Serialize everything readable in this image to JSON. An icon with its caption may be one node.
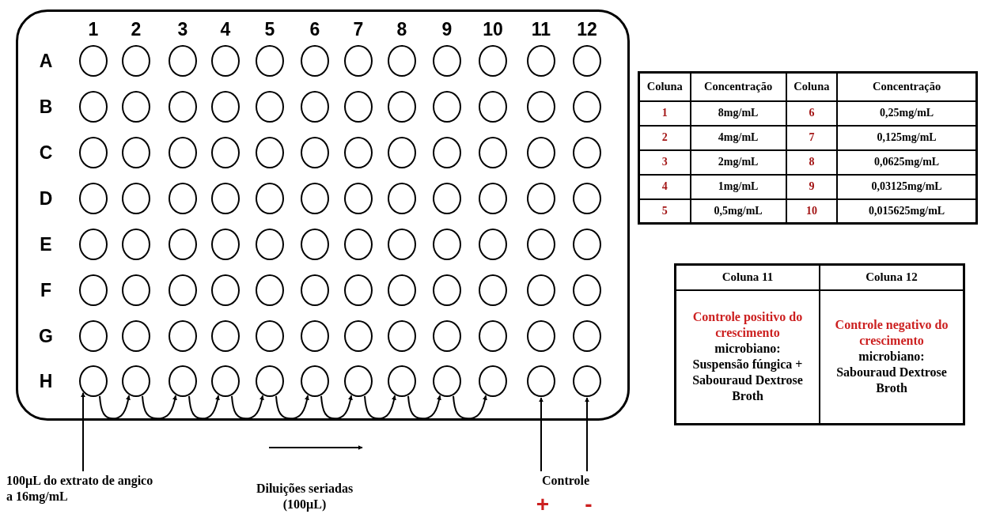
{
  "diagram": {
    "nodes": [
      {
        "text": [],
        "shape": "box"
      },
      {
        "text": [],
        "shape": "circle",
        "in": 0
      },
      {
        "text": [],
        "shape": "circle",
        "in": 0
      },
      {
        "text": [],
        "shape": "circle",
        "in": 0
      },
      {
        "text": [],
        "shape": "circle",
        "in": 0
      },
      {
        "text": [],
        "shape": "circle",
        "in": 0
      },
      {
        "text": [],
        "shape": "circle",
        "in": 0
      },
      {
        "text": [],
        "shape": "circle",
        "in": 0
      },
      {
        "text": [],
        "shape": "circle",
        "in": 0
      },
      {
        "text": [],
        "shape": "circle",
        "in": 0
      },
      {
        "text": [],
        "shape": "circle",
        "in": 0
      },
      {
        "text": [],
        "shape": "circle",
        "in": 0
      },
      {
        "text": [],
        "shape": "circle",
        "in": 0
      },
      {
        "text": [],
        "shape": "circle",
        "in": 0
      },
      {
        "text": [],
        "shape": "circle",
        "in": 0
      },
      {
        "text": [],
        "shape": "circle",
        "in": 0
      },
      {
        "text": [],
        "shape": "circle",
        "in": 0
      },
      {
        "text": [],
        "shape": "circle",
        "in": 0
      },
      {
        "text": [],
        "shape": "circle",
        "in": 0
      },
      {
        "text": [],
        "shape": "circle",
        "in": 0
      },
      {
        "text": [],
        "shape": "circle",
        "in": 0
      },
      {
        "text": [],
        "shape": "circle",
        "in": 0
      },
      {
        "text": [],
        "shape": "circle",
        "in": 0
      },
      {
        "text": [],
        "shape": "circle",
        "in": 0
      },
      {
        "text": [],
        "shape": "circle",
        "in": 0
      },
      {
        "text": [],
        "shape": "circle",
        "in": 0
      },
      {
        "text": [],
        "shape": "circle",
        "in": 0
      },
      {
        "text": [],
        "shape": "circle",
        "in": 0
      },
      {
        "text": [],
        "shape": "circle",
        "in": 0
      },
      {
        "text": [],
        "shape": "circle",
        "in": 0
      },
      {
        "text": [],
        "shape": "circle",
        "in": 0
      },
      {
        "text": [],
        "shape": "circle",
        "in": 0
      },
      {
        "text": [],
        "shape": "circle",
        "in": 0
      },
      {
        "text": [],
        "shape": "circle",
        "in": 0
      },
      {
        "text": [],
        "shape": "circle",
        "in": 0
      },
      {
        "text": [],
        "shape": "circle",
        "in": 0
      },
      {
        "text": [],
        "shape": "circle",
        "in": 0
      },
      {
        "text": [],
        "shape": "circle",
        "in": 0
      },
      {
        "text": [],
        "shape": "circle",
        "in": 0
      },
      {
        "text": [],
        "shape": "circle",
        "in": 0
      },
      {
        "text": [],
        "shape": "circle",
        "in": 0
      },
      {
        "text": [],
        "shape": "circle",
        "in": 0
      },
      {
        "text": [],
        "shape": "circle",
        "in": 0
      },
      {
        "text": [],
        "shape": "circle",
        "in": 0
      },
      {
        "text": [],
        "shape": "circle",
        "in": 0
      },
      {
        "text": [],
        "shape": "circle",
        "in": 0
      },
      {
        "text": [],
        "shape": "circle",
        "in": 0
      },
      {
        "text": [],
        "shape": "circle",
        "in": 0
      },
      {
        "text": [],
        "shape": "circle",
        "in": 0
      },
      {
        "text": [],
        "shape": "circle",
        "in": 0
      },
      {
        "text": [],
        "shape": "circle",
        "in": 0
      },
      {
        "text": [],
        "shape": "circle",
        "in": 0
      },
      {
        "text": [],
        "shape": "circle",
        "in": 0
      },
      {
        "text": [],
        "shape": "circle",
        "in": 0
      },
      {
        "text": [],
        "shape": "circle",
        "in": 0
      },
      {
        "text": [],
        "shape": "circle",
        "in": 0
      },
      {
        "text": [],
        "shape": "circle",
        "in": 0
      },
      {
        "text": [],
        "shape": "circle",
        "in": 0
      },
      {
        "text": [],
        "shape": "circle",
        "in": 0
      },
      {
        "text": [],
        "shape": "circle",
        "in": 0
      },
      {
        "text": [],
        "shape": "circle",
        "in": 0
      },
      {
        "text": [],
        "shape": "circle",
        "in": 0
      },
      {
        "text": [],
        "shape": "circle",
        "in": 0
      },
      {
        "text": [],
        "shape": "circle",
        "in": 0
      },
      {
        "text": [],
        "shape": "circle",
        "in": 0
      },
      {
        "text": [],
        "shape": "circle",
        "in": 0
      },
      {
        "text": [],
        "shape": "circle",
        "in": 0
      },
      {
        "text": [],
        "shape": "circle",
        "in": 0
      },
      {
        "text": [],
        "shape": "circle",
        "in": 0
      },
      {
        "text": [],
        "shape": "circle",
        "in": 0
      },
      {
        "text": [],
        "shape": "circle",
        "in": 0
      },
      {
        "text": [],
        "shape": "circle",
        "in": 0
      },
      {
        "text": [],
        "shape": "circle",
        "in": 0
      },
      {
        "text": [],
        "shape": "circle",
        "in": 0
      },
      {
        "text": [],
        "shape": "circle",
        "in": 0
      },
      {
        "text": [],
        "shape": "circle",
        "in": 0
      },
      {
        "text": [],
        "shape": "circle",
        "in": 0
      },
      {
        "text": [],
        "shape": "circle",
        "in": 0
      },
      {
        "text": [],
        "shape": "circle",
        "in": 0
      },
      {
        "text": [],
        "shape": "circle",
        "in": 0
      },
      {
        "text": [],
        "shape": "circle",
        "in": 0
      },
      {
        "text": [],
        "shape": "circle",
        "in": 0
      },
      {
        "text": [],
        "shape": "circle",
        "in": 0
      },
      {
        "text": [],
        "shape": "circle",
        "in": 0
      },
      {
        "text": [],
        "shape": "circle",
        "in": 0
      },
      {
        "text": [],
        "shape": "circle",
        "in": 0
      },
      {
        "text": [],
        "shape": "circle",
        "in": 0
      },
      {
        "text": [],
        "shape": "circle",
        "in": 0
      },
      {
        "text": [],
        "shape": "circle",
        "in": 0
      },
      {
        "text": [],
        "shape": "circle",
        "in": 0
      },
      {
        "text": [],
        "shape": "circle",
        "in": 0
      },
      {
        "text": [],
        "shape": "circle",
        "in": 0
      },
      {
        "text": [],
        "shape": "circle",
        "in": 0
      },
      {
        "text": [],
        "shape": "circle",
        "in": 0
      },
      {
        "text": [],
        "shape": "circle",
        "in": 0
      },
      {
        "text": [],
        "shape": "circle",
        "in": 0
      },
      {
        "text": [],
        "shape": "circle",
        "in": 0
      },
      {
        "text": [
          "100µL do extrato de angico a 16mg/mL"
        ]
      },
      {
        "text": [
          "Controle"
        ]
      }
    ],
    "edges": [
      {
        "from": 97,
        "to": 85,
        "arrow": "to"
      },
      {
        "from": 85,
        "to": 86,
        "arrow": "to"
      },
      {
        "from": 86,
        "to": 87,
        "arrow": "to"
      },
      {
        "from": 87,
        "to": 88,
        "arrow": "to"
      },
      {
        "from": 88,
        "to": 89,
        "arrow": "to"
      },
      {
        "from": 89,
        "to": 90,
        "arrow": "to"
      },
      {
        "from": 90,
        "to": 91,
        "arrow": "to"
      },
      {
        "from": 91,
        "to": 92,
        "arrow": "to"
      },
      {
        "from": 92,
        "to": 93,
        "arrow": "to"
      },
      {
        "from": 93,
        "to": 94,
        "arrow": "to"
      },
      {
        "from": 98,
        "to": 95,
        "arrow": "to"
      },
      {
        "from": 98,
        "to": 96,
        "arrow": "to"
      }
    ],
    "labels": [
      "1",
      "2",
      "3",
      "4",
      "5",
      "6",
      "7",
      "8",
      "9",
      "10",
      "11",
      "12",
      "A",
      "B",
      "C",
      "D",
      "E",
      "F",
      "G",
      "H",
      "Coluna",
      "Concentração",
      "Coluna",
      "Concentração",
      "1",
      "8mg/mL",
      "6",
      "0,25mg/mL",
      "2",
      "4mg/mL",
      "7",
      "0,125mg/mL",
      "3",
      "2mg/mL",
      "8",
      "0,0625mg/mL",
      "4",
      "1mg/mL",
      "9",
      "0,03125mg/mL",
      "5",
      "0,5mg/mL",
      "10",
      "0,015625mg/mL",
      "Coluna 11",
      "Coluna 12",
      "Controle positivo do crescimento",
      "microbiano: Suspensão fúngica + Sabouraud Dextrose Broth",
      "Controle negativo do crescimento",
      "microbiano: Sabouraud Dextrose Broth",
      "Diluições seriadas (100µL)",
      "+",
      "-"
    ]
  }
}
